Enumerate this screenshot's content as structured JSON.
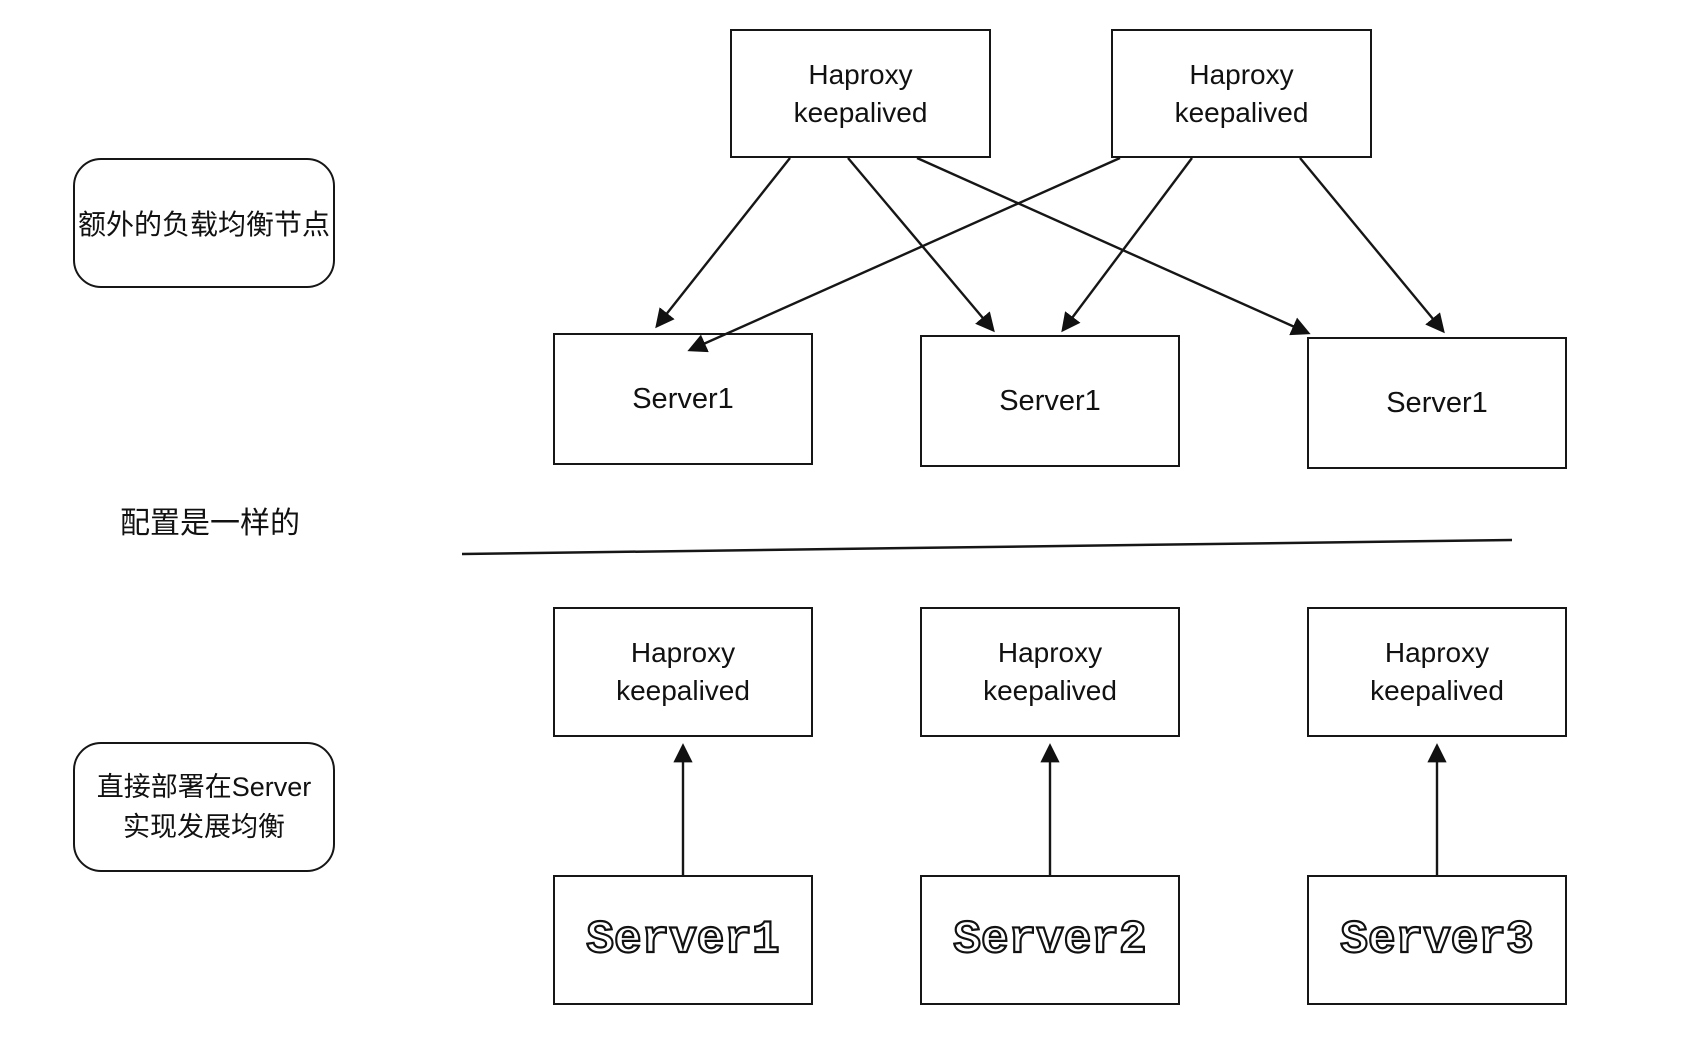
{
  "diagram": {
    "annotations": {
      "extra_lb": "额外的负载均衡节点",
      "same_config": "配置是一样的",
      "direct_deploy_line1": "直接部署在Server",
      "direct_deploy_line2": "实现发展均衡"
    },
    "top": {
      "load_balancers": [
        {
          "line1": "Haproxy",
          "line2": "keepalived"
        },
        {
          "line1": "Haproxy",
          "line2": "keepalived"
        }
      ],
      "servers": [
        "Server1",
        "Server1",
        "Server1"
      ]
    },
    "bottom": {
      "load_balancers": [
        {
          "line1": "Haproxy",
          "line2": "keepalived"
        },
        {
          "line1": "Haproxy",
          "line2": "keepalived"
        },
        {
          "line1": "Haproxy",
          "line2": "keepalived"
        }
      ],
      "servers": [
        "Server1",
        "Server2",
        "Server3"
      ]
    },
    "connections": {
      "top_arrows": [
        "top-lb-1 -> mid-server-1",
        "top-lb-1 -> mid-server-2",
        "top-lb-1 -> mid-server-3",
        "top-lb-2 -> mid-server-1",
        "top-lb-2 -> mid-server-2",
        "top-lb-2 -> mid-server-3"
      ],
      "bottom_arrows": [
        "bottom-server-1 -> bottom-lb-1",
        "bottom-server-2 -> bottom-lb-2",
        "bottom-server-3 -> bottom-lb-3"
      ]
    },
    "colors": {
      "stroke": "#161616",
      "background": "#ffffff"
    }
  }
}
